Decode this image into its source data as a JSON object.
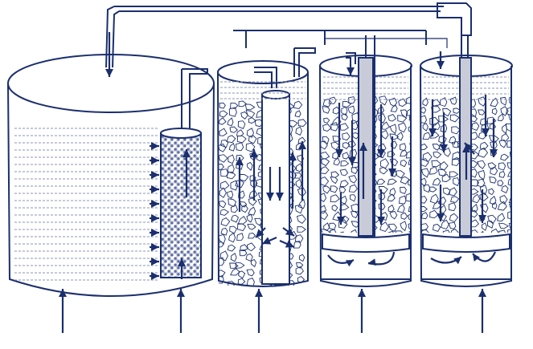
{
  "colors": {
    "ink": "#1b2f6e",
    "water": "#8b95b6",
    "pipe_fill": "#c9ccd8",
    "mesh": "#5a6a9e",
    "background": "#ffffff"
  },
  "components": [
    {
      "id": "storage-tank",
      "shape": "open-cylinder",
      "contains": "water"
    },
    {
      "id": "mesh-filter-cartridge",
      "shape": "cylinder",
      "inside": "storage-tank"
    },
    {
      "id": "filter-column-1",
      "shape": "cylinder",
      "contains": "gravel",
      "has": "central-pipe"
    },
    {
      "id": "filter-column-2",
      "shape": "cylinder",
      "contains": "gravel",
      "has": "central-pipe"
    },
    {
      "id": "filter-column-3",
      "shape": "cylinder",
      "contains": "gravel",
      "has": "central-pipe"
    }
  ],
  "flow": {
    "inflow_arrows": 5,
    "description_icons": [
      "arrow-up-icon",
      "arrow-down-icon",
      "arrow-right-icon",
      "swirl-arrow-icon"
    ]
  }
}
